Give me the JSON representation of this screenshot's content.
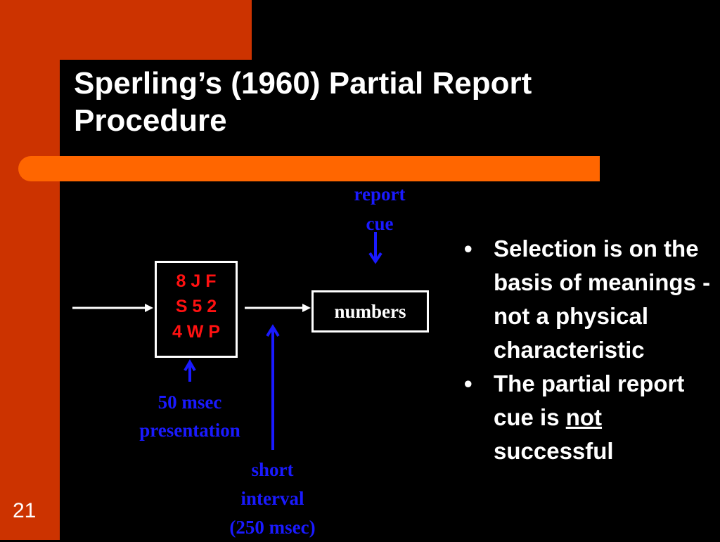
{
  "slide": {
    "title": "Sperling’s (1960) Partial Report Procedure",
    "number": "21"
  },
  "diagram": {
    "report_cue": [
      "report",
      "cue"
    ],
    "letter_grid": [
      "8 J F",
      "S 5 2",
      "4 W P"
    ],
    "output_label": "numbers",
    "presentation_label": [
      "50 msec",
      "presentation"
    ],
    "interval_label": [
      "short",
      "interval",
      "(250 msec)"
    ]
  },
  "bullets": [
    {
      "text": "Selection is on the basis of meanings - not a physical characteristic"
    },
    {
      "prefix": "The partial report cue is ",
      "emphasis": "not",
      "suffix": " successful"
    }
  ],
  "colors": {
    "frame": "#CC3300",
    "accent_bar": "#FF6600",
    "background": "#000000",
    "label_blue": "#1a1aff",
    "letters_red": "#ff1111"
  }
}
